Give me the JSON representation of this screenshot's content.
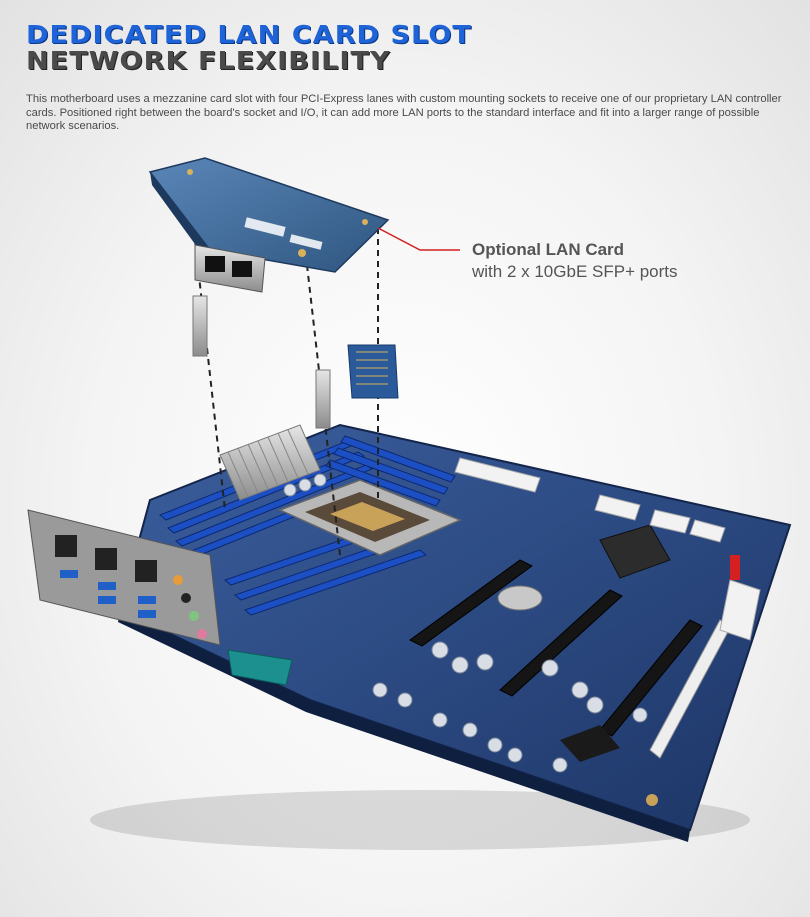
{
  "heading": {
    "line1": "DEDICATED LAN CARD SLOT",
    "line2": "NETWORK FLEXIBILITY"
  },
  "description": "This motherboard uses a mezzanine card slot with four PCI-Express lanes with custom mounting sockets to receive one of our proprietary LAN controller cards. Positioned right between the board's socket and I/O, it can add more LAN ports to the standard interface and fit into a larger range of possible network scenarios.",
  "callout": {
    "title": "Optional LAN Card",
    "subtitle": "with 2 x 10GbE SFP+ ports"
  },
  "colors": {
    "title_blue": "#1e63d8",
    "title_gray": "#4a4a4a",
    "pcb_blue": "#26467f",
    "callout_line": "#d21f1f"
  }
}
